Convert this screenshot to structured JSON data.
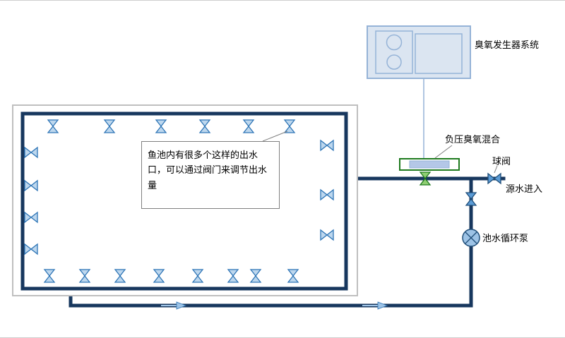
{
  "diagram": {
    "equipment": {
      "ozone_system_label": "臭氧发生器系统",
      "mixer_label": "负压臭氧混合",
      "ball_valve_label": "球阀",
      "source_water_label": "源水进入",
      "pump_label": "池水循环泵"
    },
    "note": {
      "text": "鱼池内有很多个这样的出水口，可以通过阀门来调节出水量"
    },
    "colors": {
      "pipe": "#17375e",
      "valve_fill": "#bdd7ee",
      "valve_stroke": "#2e75b6",
      "dark_valve_fill": "#5b9bd5",
      "mixer_green": "#1e7a1e",
      "equipment_fill": "#dbe5f1",
      "equipment_stroke": "#95b3d7"
    }
  }
}
